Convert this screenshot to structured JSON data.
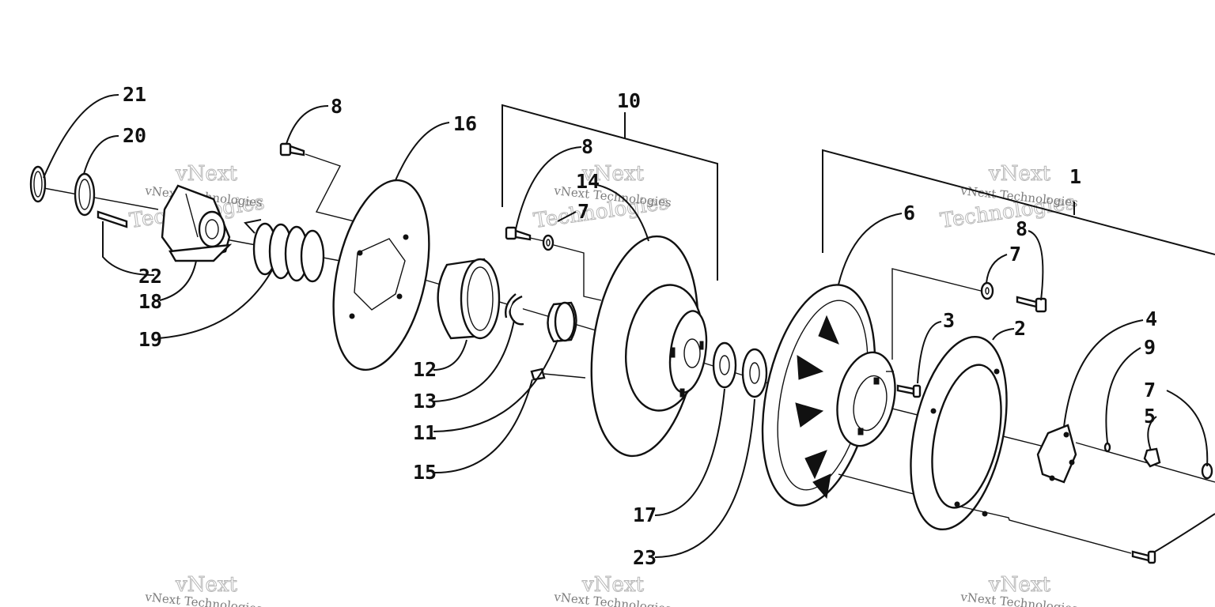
{
  "callouts": [
    {
      "id": "c21",
      "label": "21"
    },
    {
      "id": "c20",
      "label": "20"
    },
    {
      "id": "c22",
      "label": "22"
    },
    {
      "id": "c18",
      "label": "18"
    },
    {
      "id": "c19",
      "label": "19"
    },
    {
      "id": "c8a",
      "label": "8"
    },
    {
      "id": "c16",
      "label": "16"
    },
    {
      "id": "c10",
      "label": "10"
    },
    {
      "id": "c8b",
      "label": "8"
    },
    {
      "id": "c14",
      "label": "14"
    },
    {
      "id": "c7a",
      "label": "7"
    },
    {
      "id": "c12",
      "label": "12"
    },
    {
      "id": "c13",
      "label": "13"
    },
    {
      "id": "c11",
      "label": "11"
    },
    {
      "id": "c15",
      "label": "15"
    },
    {
      "id": "c17",
      "label": "17"
    },
    {
      "id": "c23",
      "label": "23"
    },
    {
      "id": "c1",
      "label": "1"
    },
    {
      "id": "c6",
      "label": "6"
    },
    {
      "id": "c8c",
      "label": "8"
    },
    {
      "id": "c7b",
      "label": "7"
    },
    {
      "id": "c3",
      "label": "3"
    },
    {
      "id": "c2",
      "label": "2"
    },
    {
      "id": "c4",
      "label": "4"
    },
    {
      "id": "c9",
      "label": "9"
    },
    {
      "id": "c7c",
      "label": "7"
    },
    {
      "id": "c5",
      "label": "5"
    }
  ],
  "watermark": {
    "brand": "vNext",
    "technologies": "Technologies",
    "caption": "vNext Technologies"
  }
}
